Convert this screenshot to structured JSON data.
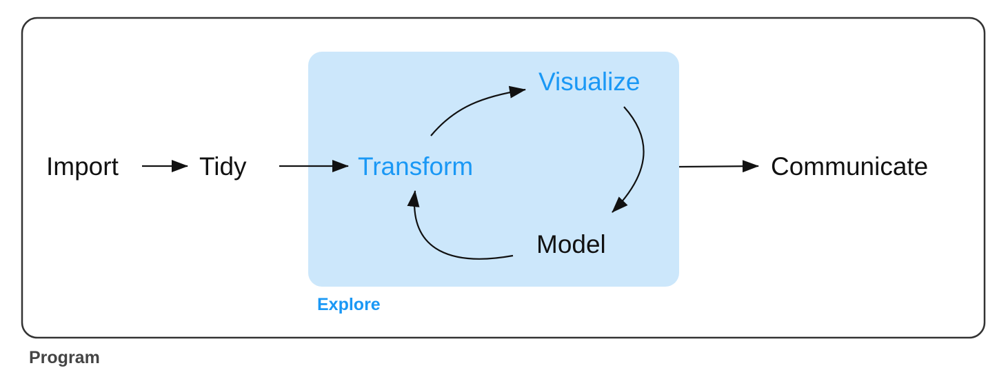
{
  "diagram": {
    "type": "workflow",
    "colors": {
      "explore_fill": "#cce7fb",
      "explore_text": "#1a98f5",
      "program_border": "#333333",
      "program_label": "#444444",
      "text": "#111111",
      "arrow": "#111111"
    },
    "groups": {
      "program": {
        "label": "Program"
      },
      "explore": {
        "label": "Explore"
      }
    },
    "nodes": {
      "import": {
        "label": "Import",
        "group": "program"
      },
      "tidy": {
        "label": "Tidy",
        "group": "program"
      },
      "transform": {
        "label": "Transform",
        "group": "explore"
      },
      "visualize": {
        "label": "Visualize",
        "group": "explore"
      },
      "model": {
        "label": "Model",
        "group": "explore"
      },
      "communicate": {
        "label": "Communicate",
        "group": "program"
      }
    },
    "edges": [
      {
        "from": "Import",
        "to": "Tidy"
      },
      {
        "from": "Tidy",
        "to": "Transform"
      },
      {
        "from": "Transform",
        "to": "Visualize"
      },
      {
        "from": "Visualize",
        "to": "Model"
      },
      {
        "from": "Model",
        "to": "Transform"
      },
      {
        "from": "Explore",
        "to": "Communicate"
      }
    ]
  }
}
